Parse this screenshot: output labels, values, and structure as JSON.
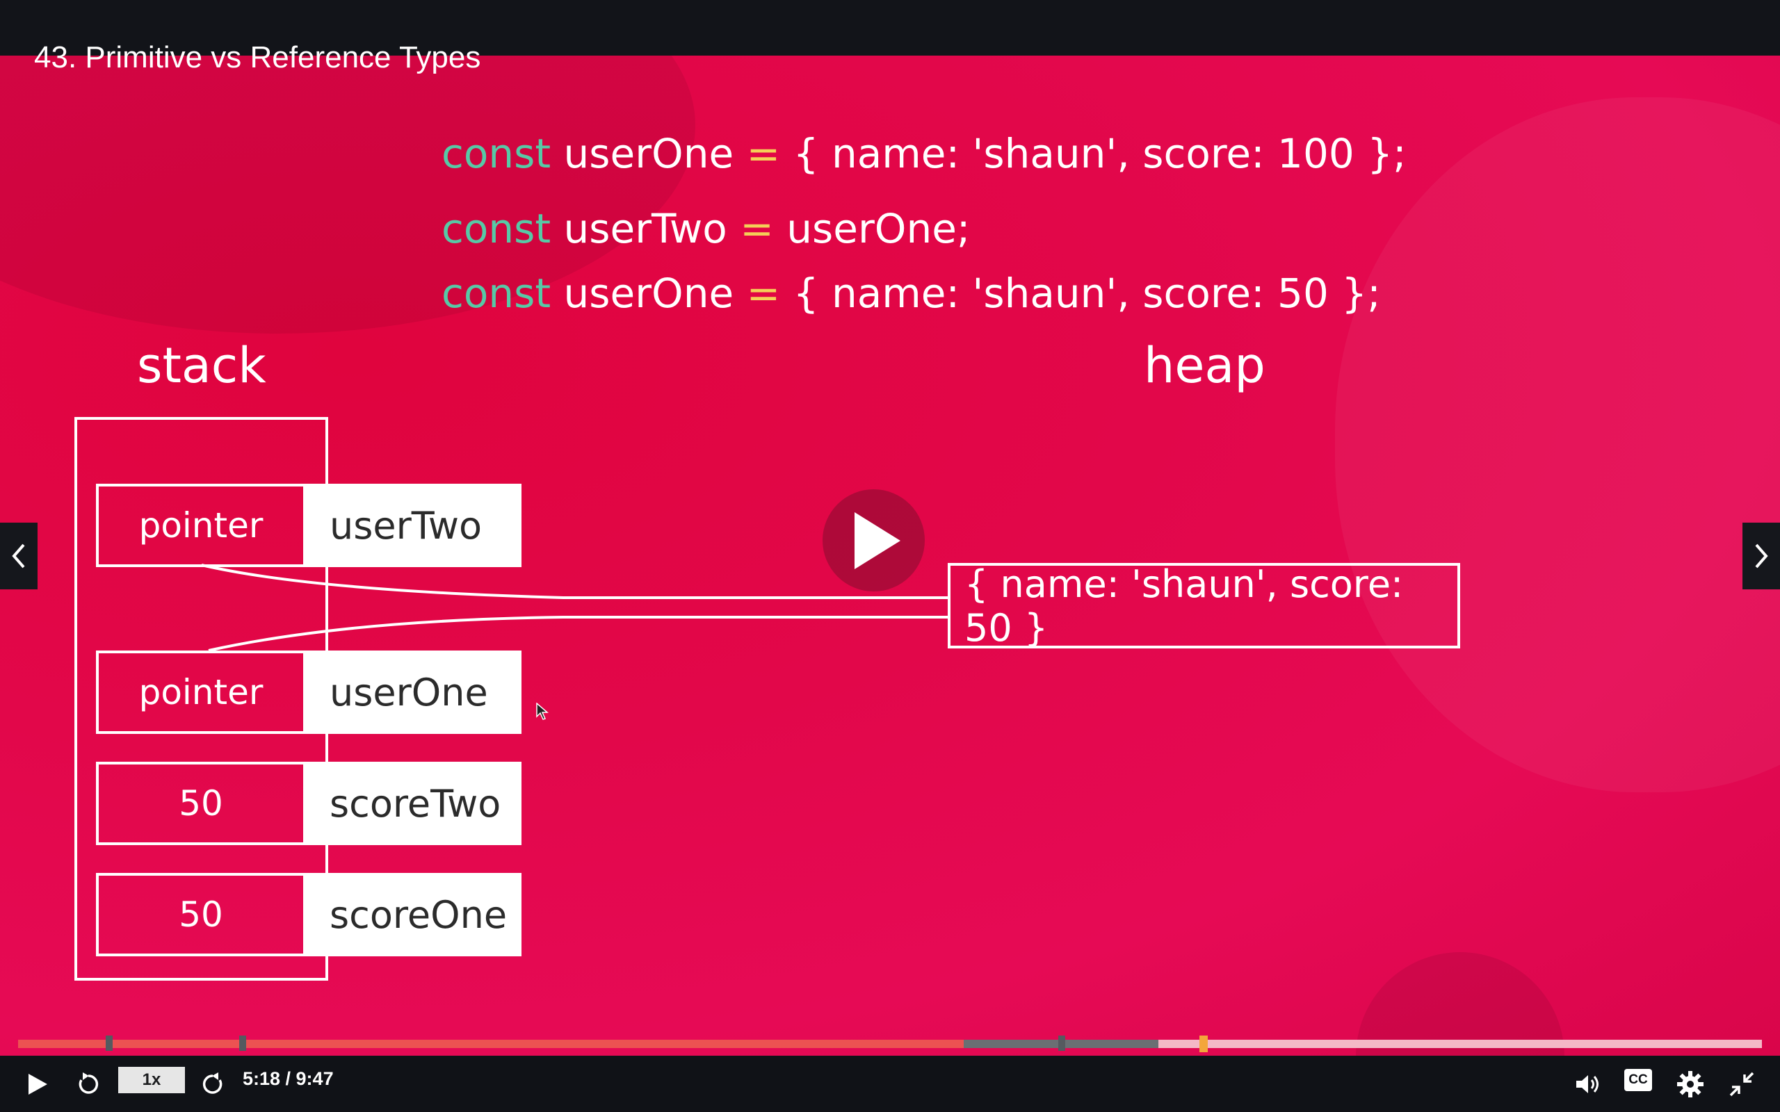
{
  "header": {
    "title": "43. Primitive vs Reference Types"
  },
  "slide": {
    "code_lines": [
      {
        "keyword": "const",
        "name": "userOne",
        "op": "=",
        "rest": "{ name: 'shaun', score: 100 };"
      },
      {
        "keyword": "const",
        "name": "userTwo",
        "op": "=",
        "rest": "userOne;"
      },
      {
        "keyword": "const",
        "name": "userOne",
        "op": "=",
        "rest": "{ name: 'shaun', score: 50 };"
      }
    ],
    "stack_heading": "stack",
    "heap_heading": "heap",
    "stack_cells": [
      {
        "value": "pointer",
        "label": "userTwo"
      },
      {
        "value": "pointer",
        "label": "userOne"
      },
      {
        "value": "50",
        "label": "scoreTwo"
      },
      {
        "value": "50",
        "label": "scoreOne"
      }
    ],
    "heap_object": "{ name: 'shaun', score: 50 }"
  },
  "player": {
    "speed": "1x",
    "current_time": "5:18",
    "duration": "9:47",
    "time_display": "5:18 / 9:47",
    "progress_fraction": 0.542,
    "cc_label": "CC",
    "icons": [
      "play-icon",
      "rewind-icon",
      "forward-icon",
      "volume-icon",
      "captions-icon",
      "settings-icon",
      "exit-fullscreen-icon"
    ]
  },
  "colors": {
    "slide_bg": "#e2074a",
    "keyword": "#57c9a6",
    "operator": "#f4cf57",
    "progress_played": "#ec5252",
    "progress_head": "#f3a63a"
  }
}
